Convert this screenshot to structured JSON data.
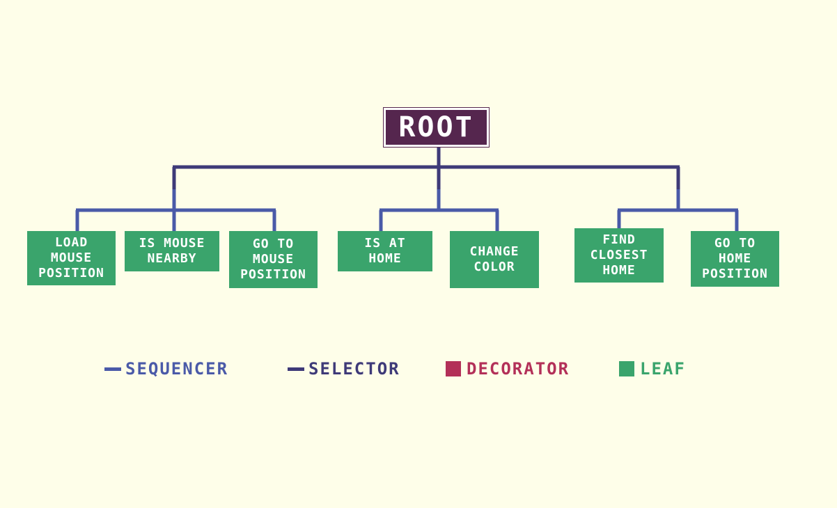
{
  "colors": {
    "background": "#fefee9",
    "sequencer": "#4a5aa8",
    "selector": "#3e3a78",
    "decorator": "#b33058",
    "leaf": "#3aa46c",
    "root": "#55264e"
  },
  "tree": {
    "root": {
      "label": "ROOT"
    },
    "leaves": [
      {
        "label": "LOAD\nMOUSE\nPOSITION"
      },
      {
        "label": "IS MOUSE\nNEARBY"
      },
      {
        "label": "GO TO\nMOUSE\nPOSITION"
      },
      {
        "label": "IS AT\nHOME"
      },
      {
        "label": "CHANGE\nCOLOR"
      },
      {
        "label": "FIND\nCLOSEST\nHOME"
      },
      {
        "label": "GO TO\nHOME\nPOSITION"
      }
    ]
  },
  "legend": {
    "sequencer": "SEQUENCER",
    "selector": "SELECTOR",
    "decorator": "DECORATOR",
    "leaf": "LEAF"
  }
}
